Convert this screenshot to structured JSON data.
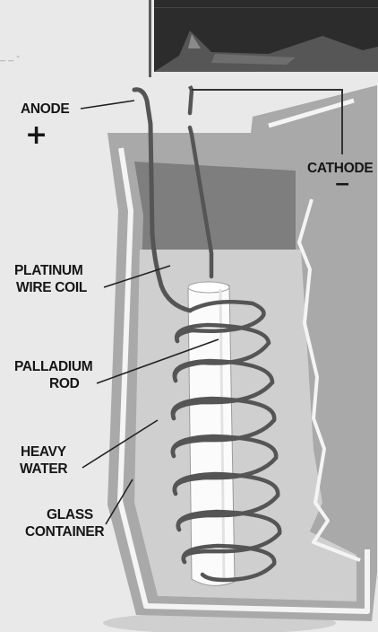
{
  "diagram": {
    "labels": {
      "anode": "ANODE",
      "anode_sign": "+",
      "cathode": "CATHODE",
      "cathode_sign": "−",
      "platinum_line1": "PLATINUM",
      "platinum_line2": "WIRE COIL",
      "palladium_line1": "PALLADIUM",
      "palladium_line2": "ROD",
      "water_line1": "HEAVY",
      "water_line2": "WATER",
      "glass_line1": "GLASS",
      "glass_line2": "CONTAINER"
    },
    "colors": {
      "background": "#e9e9e9",
      "glass": "#a9a9a9",
      "glass_highlight": "#f4f4f4",
      "air_gap": "#7e7e7e",
      "heavy_water": "#cfcfcf",
      "palladium": "#fbfbfb",
      "platinum_wire": "#555555",
      "label_text": "#161616",
      "photo_strip": "#2b2b2b"
    }
  }
}
